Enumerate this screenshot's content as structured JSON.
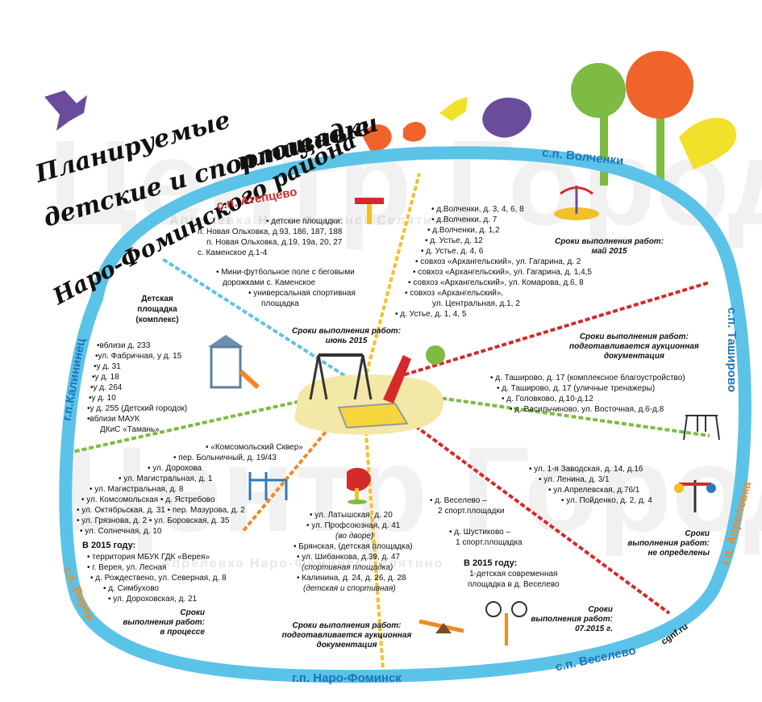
{
  "title": {
    "line1": "Планируемые",
    "line2": "детские и спортивные",
    "line3": "площадки",
    "line4": "Наро-Фоминского района"
  },
  "watermark": {
    "big": "Центр Города",
    "small": "Апрелевка  Наро-Фоминск  Селятино"
  },
  "site": "cgnf.ru",
  "settlements": {
    "atepcevo": "с.п. Атепцево",
    "volchenki": "с.п. Волченки",
    "tashirovo": "с.п. Таширово",
    "aprelevka": "г.п. Апрелевка",
    "veselevo": "с.п. Веселево",
    "naro": "г.п. Наро-Фоминск",
    "vereya": "г.п. Верея",
    "kalininec": "г.п.Калининец"
  },
  "atepcevo": {
    "lines": [
      "• детские площадки:",
      "п. Новая Ольховка,  д.93, 186, 187, 188",
      "п. Новая Ольховка, д.19, 19а, 20, 27",
      "с. Каменское  д.1-4",
      "• Мини-футбольное поле с беговыми",
      "дорожками с. Каменское",
      "• универсальная спортивная",
      "площадка"
    ]
  },
  "center_deadline": [
    "Сроки выполнения работ:",
    "июнь 2015"
  ],
  "volchenki": {
    "lines": [
      "• д.Волченки, д. 3, 4, 6, 8",
      "• д.Волченки, д. 7",
      "• д.Волченки, д. 1,2",
      "• д. Устье, д. 12",
      "• д. Устье, д. 4, 6",
      "• совхоз «Архангельский», ул. Гагарина, д. 2",
      "• совхоз «Архангельский», ул. Гагарина, д. 1,4,5",
      "• совхоз «Архангельский», ул. Комарова, д.6, 8",
      "• совхоз «Архангельский»,",
      "ул. Центральная, д.1, 2",
      "• д. Устье, д. 1, 4, 5"
    ],
    "deadline": [
      "Сроки выполнения работ:",
      "май 2015"
    ]
  },
  "tashirovo": {
    "deadline": [
      "Сроки выполнения работ:",
      "подготавливается аукционная",
      "документация"
    ],
    "lines": [
      "• д. Таширово, д. 17 (комплексное благоустройство)",
      "• д. Таширово, д. 17 (уличные тренажеры)",
      "• д. Головково, д.10-д.12",
      "• д. Васильчиново, ул. Восточная, д.6-д.8"
    ]
  },
  "kalininec": {
    "heading": [
      "Детская",
      "площадка",
      "(комплекс)"
    ],
    "lines": [
      "•вблизи д. 233",
      "•ул. Фабричная, у д. 15",
      "•у д. 31",
      "•у д. 18",
      "•у д. 264",
      "•у д. 10",
      "•у д. 255 (Детский городок)",
      "•вблизи МАУК",
      "ДКиС «Тамань»"
    ]
  },
  "vereya": {
    "lines": [
      "• «Комсомольский Сквер»",
      "• пер. Больничный, д. 19/43",
      "• ул. Дорохова",
      "• ул. Магистральная, д. 1",
      "• ул. Магистральная, д. 8",
      "• ул. Комсомольская   • д. Ястребово",
      "• ул. Октябрьская, д. 31 • пер. Мазурова, д. 2",
      "• ул. Грязнова, д. 2 • ул. Боровская, д. 35",
      "• ул. Солнечная, д. 10"
    ],
    "year_heading": "В 2015 году:",
    "year_lines": [
      "• территория МБУК ГДК «Верея»",
      "• г. Верея, ул. Лесная",
      "• д. Рождествено, ул. Северная, д. 8",
      "• д. Симбухово",
      "• ул. Дороховская, д. 21"
    ],
    "deadline": [
      "Сроки",
      "выполнения работ:",
      "в процессе"
    ]
  },
  "naro": {
    "lines": [
      "• ул. Латышская, д. 20",
      "• ул. Профсоюзная, д. 41",
      "(во дворе)",
      "• Брянская, (детская площадка)",
      "• ул. Шибанкова, д.39, д. 47",
      "(спортивная площадка)",
      "• Калинина, д. 24, д. 26, д. 28",
      "(детская и спортивная)"
    ],
    "deadline": [
      "Сроки выполнения работ:",
      "подготавливается аукционная",
      "документация"
    ]
  },
  "veselevo": {
    "lines": [
      "• д. Веселево –",
      "2 спорт.площадки",
      "• д. Шустиково –",
      "1 спорт.площадка"
    ],
    "year_heading": "В 2015 году:",
    "year_lines": [
      "1-детская современная",
      "площадка в д. Веселево"
    ],
    "deadline": [
      "Сроки",
      "выполнения работ:",
      "07.2015 г."
    ]
  },
  "aprelevka": {
    "lines": [
      "• ул. 1-я Заводская, д. 14, д.16",
      "• ул. Ленина, д. 3/1",
      "• ул.Апрелевская, д.76/1",
      "• ул. Пойденко, д. 2, д. 4"
    ],
    "deadline": [
      "Сроки",
      "выполнения работ:",
      "не определены"
    ]
  },
  "colors": {
    "ring": "#5bc3e8",
    "settlement_red": "#d42a2a",
    "settlement_blue": "#1d74b8",
    "settlement_orange": "#f08a24",
    "purple": "#6a4c9c",
    "orange": "#f0632b",
    "yellow": "#f2e12a",
    "green": "#7dbb42"
  }
}
